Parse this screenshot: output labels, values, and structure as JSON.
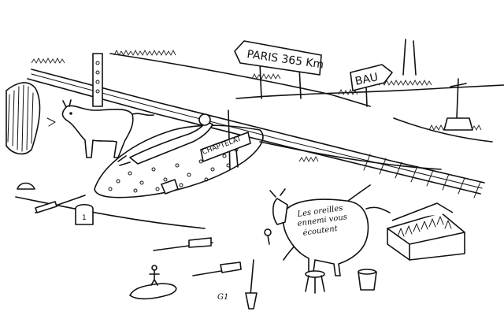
{
  "signs": {
    "paris": "PARIS 365 Km",
    "bau": "BAU",
    "chaptelat": "CHAPTELAT"
  },
  "cow_text": {
    "line1": "Les oreilles",
    "line2": "ennemi vous",
    "line3": "écoutent"
  },
  "milestone": "1",
  "signature": "G1",
  "colors": {
    "ink": "#111111",
    "paper": "#ffffff"
  }
}
